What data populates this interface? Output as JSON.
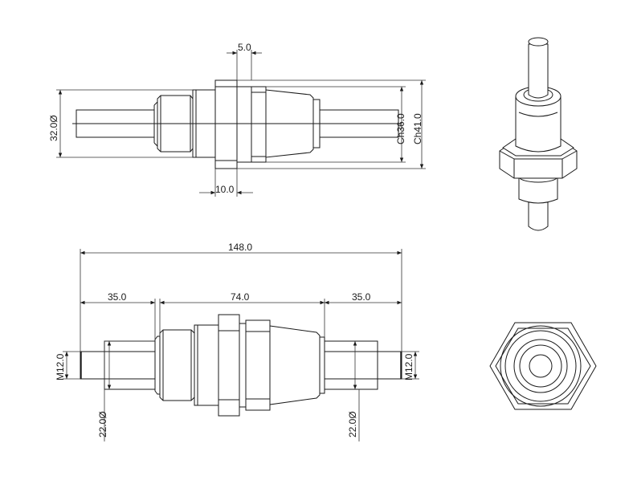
{
  "dimensions": {
    "top_flange_thickness": "5.0",
    "top_body_diameter": "32.0Ø",
    "top_hex_small": "Ch36.0",
    "top_hex_large": "Ch41.0",
    "top_nut_width": "10.0",
    "overall_length": "148.0",
    "left_length": "35.0",
    "body_length": "74.0",
    "right_length": "35.0",
    "left_thread": "M12.0",
    "right_thread": "M12.0",
    "left_diameter": "22.0Ø",
    "right_diameter": "22.0Ø"
  },
  "colors": {
    "line": "#1a1a1a",
    "background": "#ffffff"
  }
}
